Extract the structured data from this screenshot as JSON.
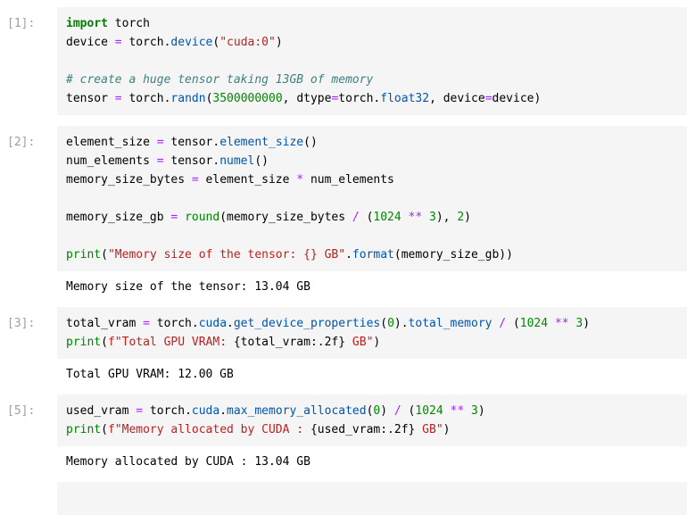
{
  "theme": {
    "page_background": "#ffffff",
    "cell_background": "#f5f5f5",
    "prompt_color": "#9e9e9e",
    "token_colors": {
      "kw": "#008000",
      "bi": "#008000",
      "st": "#ba2121",
      "cm": "#408080",
      "nu": "#008800",
      "op": "#aa22ff",
      "pr": "#0055aa",
      "pl": "#000000"
    }
  },
  "notebook": {
    "cells": [
      {
        "prompt": "[1]:",
        "code_lines": [
          [
            [
              "kw",
              "import"
            ],
            [
              "pl",
              " torch"
            ]
          ],
          [
            [
              "pl",
              "device "
            ],
            [
              "op",
              "="
            ],
            [
              "pl",
              " torch."
            ],
            [
              "pr",
              "device"
            ],
            [
              "pl",
              "("
            ],
            [
              "st",
              "\"cuda:0\""
            ],
            [
              "pl",
              ")"
            ]
          ],
          [],
          [
            [
              "cm",
              "# create a huge tensor taking 13GB of memory"
            ]
          ],
          [
            [
              "pl",
              "tensor "
            ],
            [
              "op",
              "="
            ],
            [
              "pl",
              " torch."
            ],
            [
              "pr",
              "randn"
            ],
            [
              "pl",
              "("
            ],
            [
              "nu",
              "3500000000"
            ],
            [
              "pl",
              ", dtype"
            ],
            [
              "op",
              "="
            ],
            [
              "pl",
              "torch."
            ],
            [
              "pr",
              "float32"
            ],
            [
              "pl",
              ", device"
            ],
            [
              "op",
              "="
            ],
            [
              "pl",
              "device)"
            ]
          ]
        ],
        "outputs": []
      },
      {
        "prompt": "[2]:",
        "code_lines": [
          [
            [
              "pl",
              "element_size "
            ],
            [
              "op",
              "="
            ],
            [
              "pl",
              " tensor."
            ],
            [
              "pr",
              "element_size"
            ],
            [
              "pl",
              "()"
            ]
          ],
          [
            [
              "pl",
              "num_elements "
            ],
            [
              "op",
              "="
            ],
            [
              "pl",
              " tensor."
            ],
            [
              "pr",
              "numel"
            ],
            [
              "pl",
              "()"
            ]
          ],
          [
            [
              "pl",
              "memory_size_bytes "
            ],
            [
              "op",
              "="
            ],
            [
              "pl",
              " element_size "
            ],
            [
              "op",
              "*"
            ],
            [
              "pl",
              " num_elements"
            ]
          ],
          [],
          [
            [
              "pl",
              "memory_size_gb "
            ],
            [
              "op",
              "="
            ],
            [
              "pl",
              " "
            ],
            [
              "bi",
              "round"
            ],
            [
              "pl",
              "(memory_size_bytes "
            ],
            [
              "op",
              "/"
            ],
            [
              "pl",
              " ("
            ],
            [
              "nu",
              "1024"
            ],
            [
              "pl",
              " "
            ],
            [
              "op",
              "**"
            ],
            [
              "pl",
              " "
            ],
            [
              "nu",
              "3"
            ],
            [
              "pl",
              "), "
            ],
            [
              "nu",
              "2"
            ],
            [
              "pl",
              ")"
            ]
          ],
          [],
          [
            [
              "bi",
              "print"
            ],
            [
              "pl",
              "("
            ],
            [
              "st",
              "\"Memory size of the tensor: {} GB\""
            ],
            [
              "pl",
              "."
            ],
            [
              "pr",
              "format"
            ],
            [
              "pl",
              "(memory_size_gb))"
            ]
          ]
        ],
        "outputs": [
          "Memory size of the tensor: 13.04 GB"
        ]
      },
      {
        "prompt": "[3]:",
        "code_lines": [
          [
            [
              "pl",
              "total_vram "
            ],
            [
              "op",
              "="
            ],
            [
              "pl",
              " torch."
            ],
            [
              "pr",
              "cuda"
            ],
            [
              "pl",
              "."
            ],
            [
              "pr",
              "get_device_properties"
            ],
            [
              "pl",
              "("
            ],
            [
              "nu",
              "0"
            ],
            [
              "pl",
              ")."
            ],
            [
              "pr",
              "total_memory"
            ],
            [
              "pl",
              " "
            ],
            [
              "op",
              "/"
            ],
            [
              "pl",
              " ("
            ],
            [
              "nu",
              "1024"
            ],
            [
              "pl",
              " "
            ],
            [
              "op",
              "**"
            ],
            [
              "pl",
              " "
            ],
            [
              "nu",
              "3"
            ],
            [
              "pl",
              ")"
            ]
          ],
          [
            [
              "bi",
              "print"
            ],
            [
              "pl",
              "("
            ],
            [
              "st",
              "f\"Total GPU VRAM: "
            ],
            [
              "pl",
              "{total_vram:.2f}"
            ],
            [
              "st",
              " GB\""
            ],
            [
              "pl",
              ")"
            ]
          ]
        ],
        "outputs": [
          "Total GPU VRAM: 12.00 GB"
        ]
      },
      {
        "prompt": "[5]:",
        "code_lines": [
          [
            [
              "pl",
              "used_vram "
            ],
            [
              "op",
              "="
            ],
            [
              "pl",
              " torch."
            ],
            [
              "pr",
              "cuda"
            ],
            [
              "pl",
              "."
            ],
            [
              "pr",
              "max_memory_allocated"
            ],
            [
              "pl",
              "("
            ],
            [
              "nu",
              "0"
            ],
            [
              "pl",
              ") "
            ],
            [
              "op",
              "/"
            ],
            [
              "pl",
              " ("
            ],
            [
              "nu",
              "1024"
            ],
            [
              "pl",
              " "
            ],
            [
              "op",
              "**"
            ],
            [
              "pl",
              " "
            ],
            [
              "nu",
              "3"
            ],
            [
              "pl",
              ")"
            ]
          ],
          [
            [
              "bi",
              "print"
            ],
            [
              "pl",
              "("
            ],
            [
              "st",
              "f\"Memory allocated by CUDA : "
            ],
            [
              "pl",
              "{used_vram:.2f}"
            ],
            [
              "st",
              " GB\""
            ],
            [
              "pl",
              ")"
            ]
          ]
        ],
        "outputs": [
          "Memory allocated by CUDA : 13.04 GB"
        ]
      },
      {
        "prompt": "",
        "code_lines": [
          []
        ],
        "outputs": [],
        "partial": true
      }
    ]
  }
}
